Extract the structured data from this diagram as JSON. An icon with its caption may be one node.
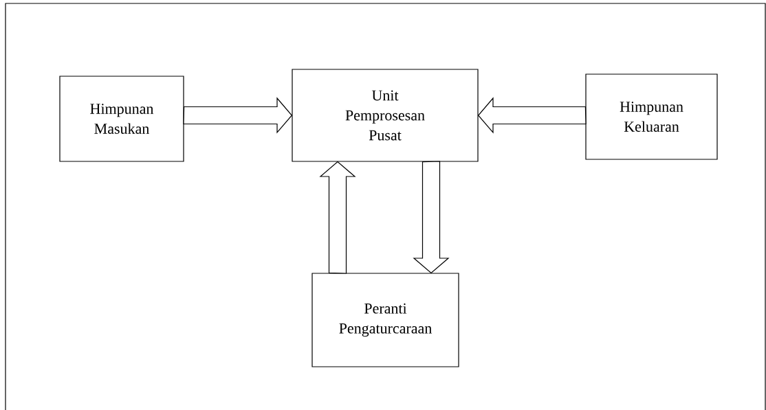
{
  "diagram": {
    "nodes": [
      {
        "text": [
          "Himpunan Masukan"
        ]
      },
      {
        "text": [
          "Unit Pemprosesan Pusat"
        ]
      },
      {
        "text": [
          "Himpunan Keluaran"
        ]
      },
      {
        "text": [
          "Peranti Pengaturcaraan"
        ]
      }
    ],
    "edges": [
      {
        "from": 0,
        "to": 1,
        "arrow": "to"
      },
      {
        "from": 2,
        "to": 1,
        "arrow": "to"
      },
      {
        "from": 3,
        "to": 1,
        "arrow": "to"
      },
      {
        "from": 1,
        "to": 3,
        "arrow": "to"
      }
    ]
  }
}
